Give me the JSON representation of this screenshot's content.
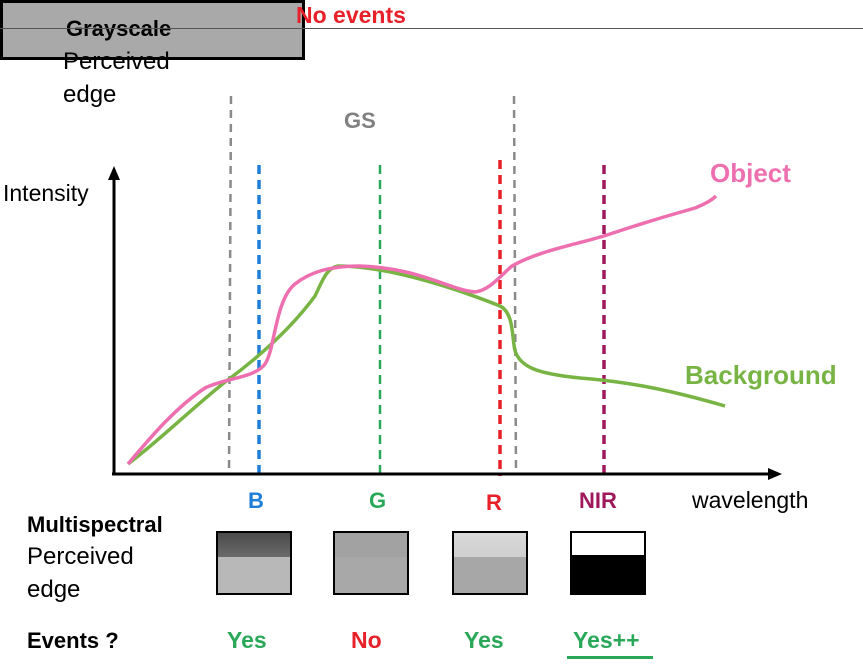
{
  "grayscale": {
    "title": "Grayscale",
    "line2": "Perceived",
    "line3": "edge",
    "status": "No events",
    "band_label": "GS"
  },
  "axes": {
    "ylabel": "Intensity",
    "xlabel": "wavelength"
  },
  "curves": {
    "object_label": "Object",
    "background_label": "Background",
    "object_color": "#ee6fb0",
    "background_color": "#78b444"
  },
  "bands": [
    {
      "label": "B",
      "color": "#1f7fd8",
      "event": "Yes"
    },
    {
      "label": "G",
      "color": "#2aa85a",
      "event": "No"
    },
    {
      "label": "R",
      "color": "#e8202a",
      "event": "Yes"
    },
    {
      "label": "NIR",
      "color": "#a0185c",
      "event": "Yes++"
    }
  ],
  "multispectral": {
    "title": "Multispectral",
    "line2": "Perceived",
    "line3": "edge"
  },
  "events": {
    "title": "Events ?"
  }
}
